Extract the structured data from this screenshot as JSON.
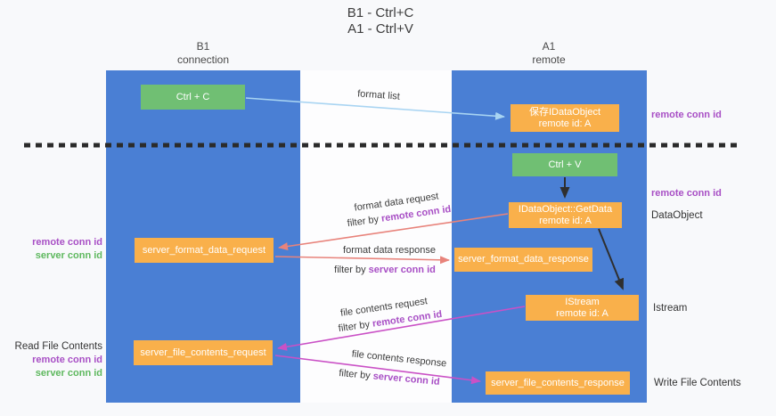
{
  "title": {
    "line1": "B1 - Ctrl+C",
    "line2": "A1 - Ctrl+V"
  },
  "lanes": {
    "left": {
      "name": "B1",
      "subtitle": "connection"
    },
    "right": {
      "name": "A1",
      "subtitle": "remote"
    }
  },
  "nodes": {
    "ctrl_c": {
      "label": "Ctrl + C"
    },
    "save_dataobject": {
      "line1": "保存IDataObject",
      "line2": "remote id: A"
    },
    "ctrl_v": {
      "label": "Ctrl + V"
    },
    "getdata": {
      "line1": "IDataObject::GetData",
      "line2": "remote id: A"
    },
    "format_request": {
      "label": "server_format_data_request"
    },
    "format_response": {
      "label": "server_format_data_response"
    },
    "istream": {
      "line1": "IStream",
      "line2": "remote id: A"
    },
    "file_request": {
      "label": "server_file_contents_request"
    },
    "file_response": {
      "label": "server_file_contents_response"
    }
  },
  "edge_labels": {
    "format_list": "format list",
    "format_data_request": "format data request",
    "format_data_response": "format data response",
    "file_contents_request": "file contents request",
    "file_contents_response": "file contents response",
    "filter_by": "filter by ",
    "remote_conn_id": "remote conn id",
    "server_conn_id": "server conn id"
  },
  "side_labels": {
    "remote_conn_id_right_top": "remote conn id",
    "remote_conn_id_right_mid": "remote conn id",
    "dataobject": "DataObject",
    "istream": "Istream",
    "write_file_contents": "Write File Contents",
    "read_file_contents": "Read File Contents",
    "remote_conn_id_left_mid": "remote conn id",
    "server_conn_id_left_mid": "server conn id",
    "remote_conn_id_left_bottom": "remote conn id",
    "server_conn_id_left_bottom": "server conn id"
  },
  "colors": {
    "lane_blue": "#4a7fd4",
    "box_green": "#70bf73",
    "box_orange": "#f9b04b",
    "arrow_light_blue": "#a8d4f2",
    "arrow_salmon": "#e8837b",
    "arrow_magenta": "#ca51c6",
    "arrow_black": "#2f2f2f",
    "text_purple": "#a84fc5",
    "text_green": "#5eb85e"
  }
}
